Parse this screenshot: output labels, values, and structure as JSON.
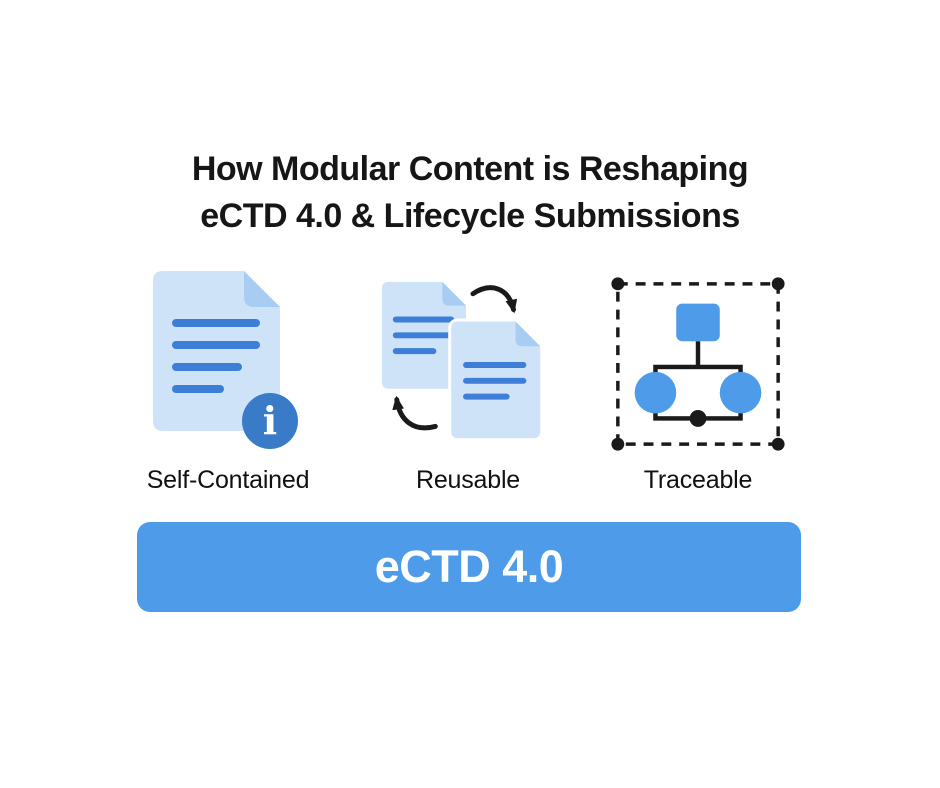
{
  "page": {
    "background": "#ffffff"
  },
  "title": {
    "line1": "How Modular Content is Reshaping",
    "line2": "eCTD 4.0 & Lifecycle Submissions"
  },
  "features": [
    {
      "label": "Self-Contained",
      "icon": "document-info-icon"
    },
    {
      "label": "Reusable",
      "icon": "documents-cycle-icon"
    },
    {
      "label": "Traceable",
      "icon": "hierarchy-trace-icon"
    }
  ],
  "banner": {
    "label": "eCTD 4.0"
  },
  "colors": {
    "accent_blue": "#4e9be9",
    "doc_fill": "#cfe3f8",
    "doc_fold": "#a9ccf2",
    "doc_line": "#3d7fd6",
    "badge_blue": "#3a7bc8",
    "ink": "#1a1a1a",
    "page_bg": "#ffffff"
  }
}
